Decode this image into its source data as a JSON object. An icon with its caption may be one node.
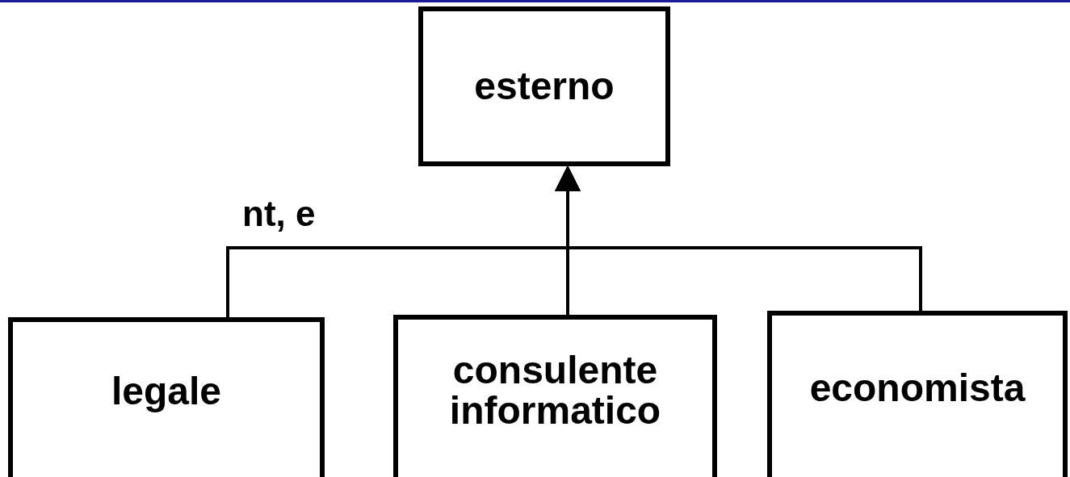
{
  "diagram": {
    "nodes": [
      {
        "text": [
          "esterno"
        ]
      },
      {
        "text": [
          "legale"
        ]
      },
      {
        "text": [
          "consulente informatico"
        ]
      },
      {
        "text": [
          "economista"
        ]
      }
    ],
    "edges": [
      {
        "from": 1,
        "to": 0,
        "arrow": "to"
      },
      {
        "from": 2,
        "to": 0,
        "arrow": "to"
      },
      {
        "from": 3,
        "to": 0,
        "arrow": "to"
      }
    ],
    "labels": [
      "nt, e"
    ]
  }
}
